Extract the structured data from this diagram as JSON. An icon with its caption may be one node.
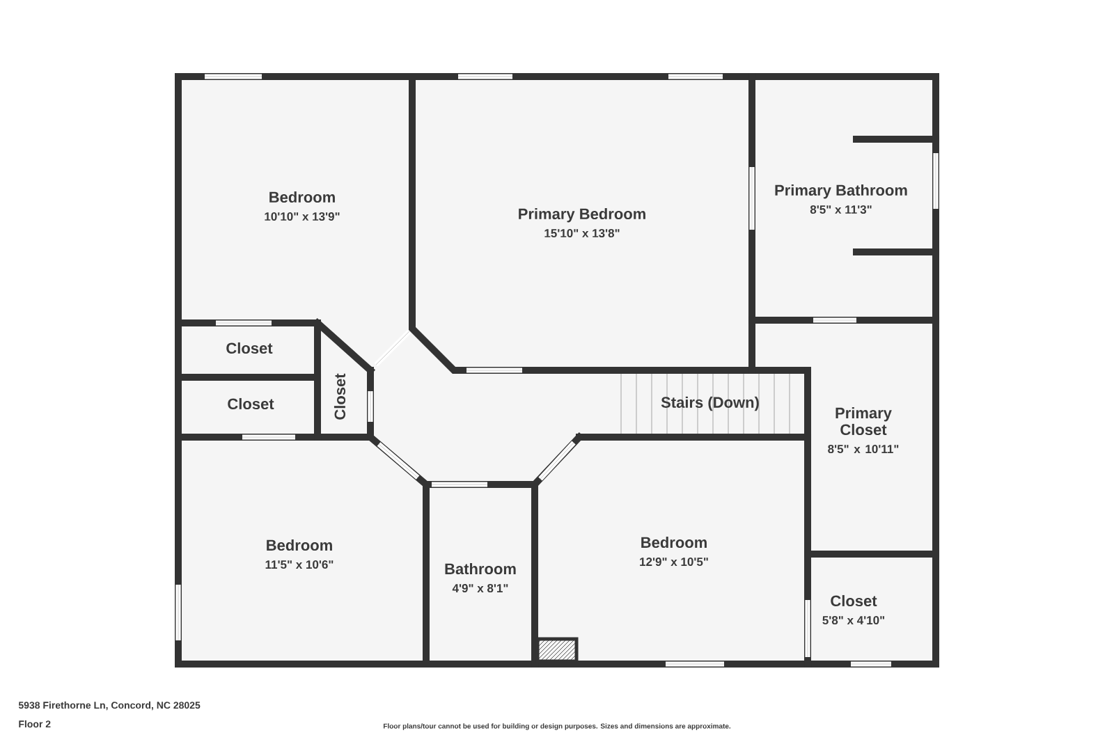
{
  "diagram": {
    "nodes": [
      {
        "text": [
          "Bedroom",
          "10'10\" x 13'9\""
        ]
      },
      {
        "text": [
          "Primary Bedroom",
          "15'10\" x 13'8\""
        ]
      },
      {
        "text": [
          "Primary Bathroom",
          "8'5\" x 11'3\""
        ]
      },
      {
        "text": [
          "Closet"
        ]
      },
      {
        "text": [
          "Closet"
        ]
      },
      {
        "text": [
          "Closet"
        ]
      },
      {
        "text": [
          "Stairs (Down)"
        ]
      },
      {
        "text": [
          "Primary Closet",
          "8'5\" x 10'11\""
        ]
      },
      {
        "text": [
          "Bedroom",
          "11'5\" x 10'6\""
        ]
      },
      {
        "text": [
          "Bathroom",
          "4'9\" x 8'1\""
        ]
      },
      {
        "text": [
          "Bedroom",
          "12'9\" x 10'5\""
        ]
      },
      {
        "text": [
          "Closet",
          "5'8\" x 4'10\""
        ]
      }
    ],
    "labels": [
      "5938 Firethorne Ln, Concord, NC 28025",
      "Floor 2",
      "Floor plans/tour cannot be used for building or design purposes. Sizes and dimensions are approximate."
    ]
  }
}
